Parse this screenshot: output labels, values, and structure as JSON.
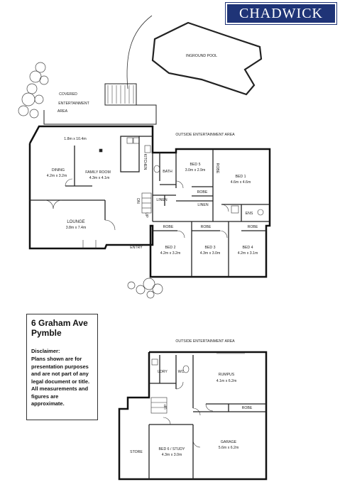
{
  "brand": {
    "name": "CHADWICK"
  },
  "property": {
    "address_line1": "6 Graham Ave",
    "address_line2": "Pymble"
  },
  "disclaimer": {
    "heading": "Disclaimer:",
    "text": "Plans shown are for presentation purposes and are not part of any legal document or title. All measurements and figures are approximate."
  },
  "labels": {
    "pool": "INGROUND POOL",
    "covered_1": "COVERED",
    "covered_2": "ENTERTAINMENT",
    "covered_3": "AREA",
    "outside_upper": "OUTSIDE ENTERTAINMENT AREA",
    "outside_lower": "OUTSIDE ENTERTAINMENT AREA",
    "deck_dim": "1.8m x 10.4m",
    "dining": "DINING",
    "dining_dim": "4.2m x 3.2m",
    "family": "FAMILY ROOM",
    "family_dim": "4.3m x 4.1m",
    "kitchen": "KITCHEN",
    "bath": "BATH",
    "linen1": "LINEN",
    "linen2": "LINEN",
    "dn": "DN",
    "up": "UP",
    "lounge": "LOUNGE",
    "lounge_dim": "3.8m x 7.4m",
    "entry": "ENTRY",
    "bed5": "BED 5",
    "bed5_dim": "3.0m x 2.9m",
    "robe_bed5": "ROBE",
    "robe_v": "ROBE",
    "bed1": "BED 1",
    "bed1_dim": "4.6m x 4.6m",
    "ens": "ENS",
    "robe_bed2": "ROBE",
    "robe_bed3": "ROBE",
    "robe_bed4": "ROBE",
    "bed2": "BED 2",
    "bed2_dim": "4.2m x 3.2m",
    "bed3": "BED 3",
    "bed3_dim": "4.3m x 3.0m",
    "bed4": "BED 4",
    "bed4_dim": "4.2m x 3.1m",
    "ldry": "LDRY",
    "wc": "WC",
    "rumpus": "RUMPUS",
    "rumpus_dim": "4.1m x 6.2m",
    "robe_lower": "ROBE",
    "up_lower": "UP",
    "store": "STORE",
    "bed6": "BED 6 / STUDY",
    "bed6_dim": "4.3m x 3.0m",
    "garage": "GARAGE",
    "garage_dim": "5.6m x 6.2m"
  }
}
